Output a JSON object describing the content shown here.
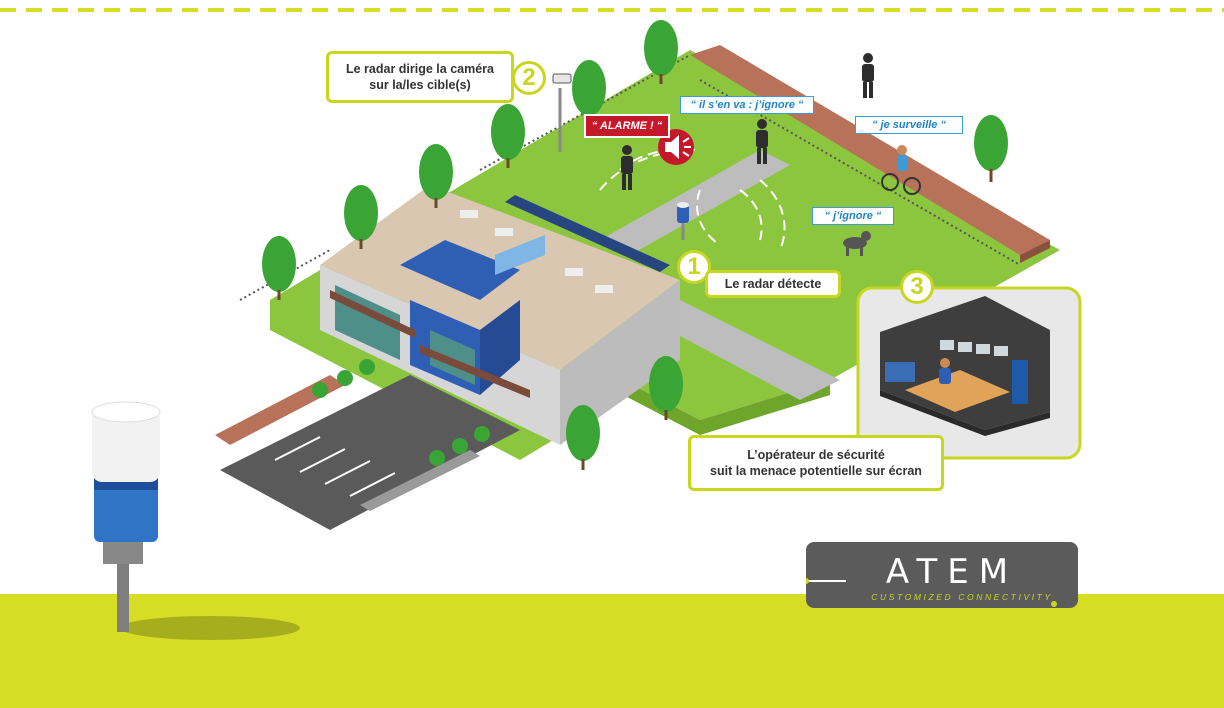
{
  "steps": {
    "step1": {
      "number": "1",
      "text": "Le radar détecte"
    },
    "step2": {
      "number": "2",
      "line1": "Le radar dirige la caméra",
      "line2": "sur la/les cible(s)"
    },
    "step3": {
      "number": "3",
      "line1": "L’opérateur de sécurité",
      "line2": "suit la menace potentielle sur écran"
    }
  },
  "bubbles": {
    "alarm": "“ ALARME ! “",
    "leaving": "“ il s’en va : j’ignore “",
    "watching": "“ je surveille “",
    "ignore": "“ j’ignore “"
  },
  "logo": {
    "word": "ATEM",
    "tagline": "CUSTOMIZED CONNECTIVITY"
  },
  "colors": {
    "accent": "#c9d61f",
    "band": "#d6dd24",
    "grass": "#8cc63f",
    "alarm_red": "#c6182b",
    "speech_blue": "#1f84c6",
    "building_blue": "#2f5fb5"
  },
  "icons": [
    "radar-sensor-icon",
    "camera-icon",
    "alarm-speaker-icon",
    "tree-icon",
    "person-icon",
    "cyclist-icon",
    "dog-icon",
    "operator-room-icon"
  ]
}
